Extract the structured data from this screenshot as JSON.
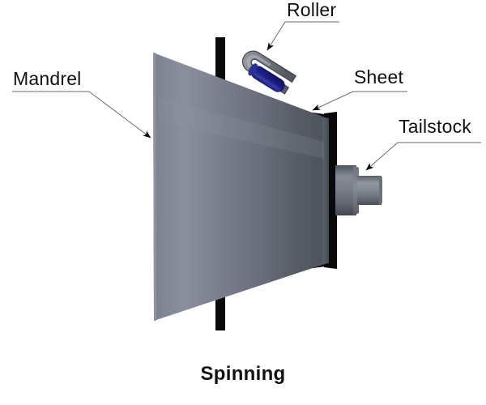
{
  "figure": {
    "title": "Spinning",
    "caption": "Spinning",
    "background_color": "#ffffff"
  },
  "labels": [
    {
      "key": "mandrel",
      "text": "Mandrel",
      "underline": true
    },
    {
      "key": "roller",
      "text": "Roller",
      "underline": true
    },
    {
      "key": "sheet",
      "text": "Sheet",
      "underline": true
    },
    {
      "key": "tailstock",
      "text": "Tailstock",
      "underline": true
    }
  ],
  "colors": {
    "sheet_black": "#0a0a0c",
    "mandrel_light": "#8c90a0",
    "mandrel_mid": "#6e7280",
    "mandrel_dark": "#4b4f58",
    "roller_blue": "#1e2080",
    "roller_blue_light": "#3a3ca6",
    "yoke_gray": "#8a8d96",
    "yoke_gray_dark": "#5a5d66",
    "tailstock_gray": "#7e828c",
    "tailstock_gray_dark": "#4f535c",
    "leader_line": "#6a6a6a",
    "text": "#111111"
  },
  "parts": [
    {
      "key": "mandrel",
      "name": "mandrel-cone"
    },
    {
      "key": "sheet",
      "name": "sheet-blank"
    },
    {
      "key": "roller",
      "name": "roller-tool"
    },
    {
      "key": "tailstock",
      "name": "tailstock-cylinder"
    }
  ]
}
